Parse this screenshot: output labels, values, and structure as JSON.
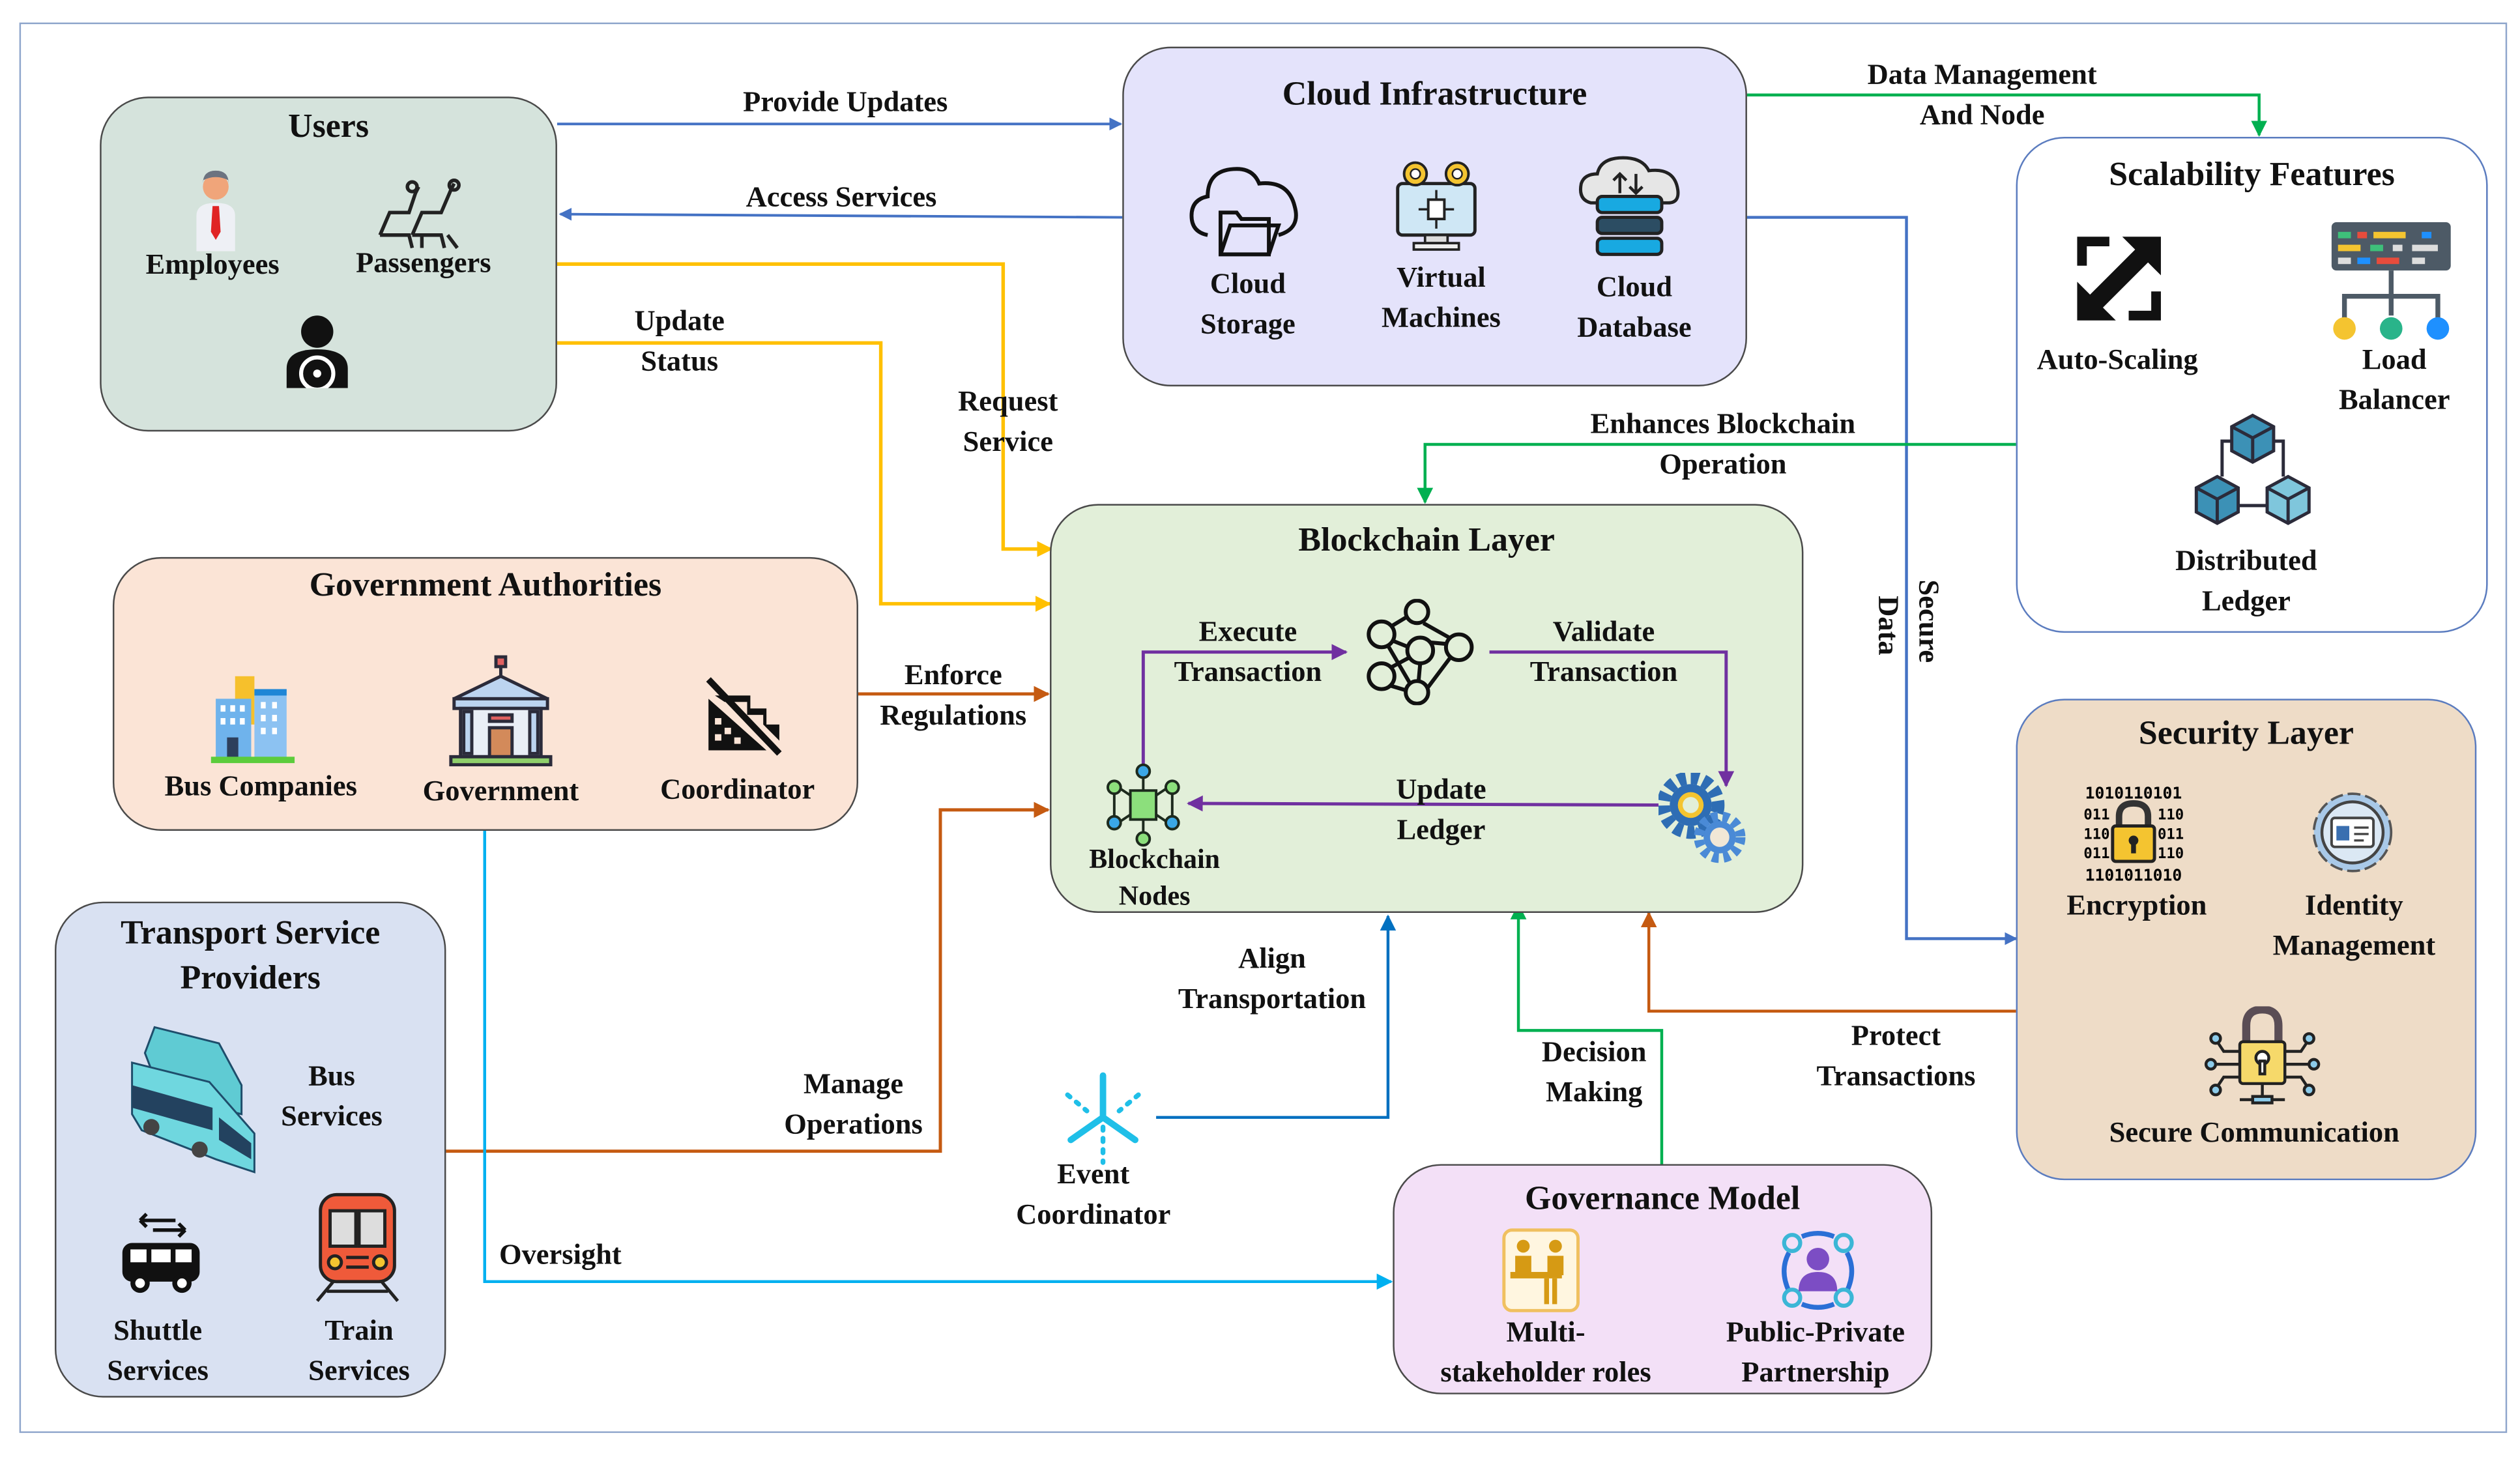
{
  "diagram": {
    "nodes": {
      "users": {
        "title": "Users",
        "items": [
          {
            "label": "Employees",
            "icon": "employee-icon"
          },
          {
            "label": "Passengers",
            "icon": "passengers-icon"
          },
          {
            "label": "",
            "icon": "driver-icon"
          }
        ]
      },
      "cloud": {
        "title": "Cloud Infrastructure",
        "items": [
          {
            "label_1": "Cloud",
            "label_2": "Storage",
            "icon": "cloud-storage-icon"
          },
          {
            "label_1": "Virtual",
            "label_2": "Machines",
            "icon": "virtual-machine-icon"
          },
          {
            "label_1": "Cloud",
            "label_2": "Database",
            "icon": "cloud-database-icon"
          }
        ]
      },
      "scalability": {
        "title": "Scalability Features",
        "items": [
          {
            "label": "Auto-Scaling",
            "icon": "auto-scaling-icon"
          },
          {
            "label_1": "Load",
            "label_2": "Balancer",
            "icon": "load-balancer-icon"
          },
          {
            "label_1": "Distributed",
            "label_2": "Ledger",
            "icon": "distributed-ledger-icon"
          }
        ]
      },
      "government": {
        "title": "Government Authorities",
        "items": [
          {
            "label": "Bus Companies",
            "icon": "bus-companies-icon"
          },
          {
            "label": "Government",
            "icon": "government-building-icon"
          },
          {
            "label": "Coordinator",
            "icon": "coordinator-icon"
          }
        ]
      },
      "blockchain": {
        "title": "Blockchain Layer",
        "items": [
          {
            "label_1": "Blockchain",
            "label_2": "Nodes",
            "icon": "blockchain-nodes-icon"
          },
          {
            "label": "",
            "icon": "network-icon"
          },
          {
            "label": "",
            "icon": "gears-icon"
          }
        ],
        "flows": [
          {
            "label_1": "Execute",
            "label_2": "Transaction"
          },
          {
            "label_1": "Validate",
            "label_2": "Transaction"
          },
          {
            "label_1": "Update",
            "label_2": "Ledger"
          }
        ]
      },
      "security": {
        "title": "Security Layer",
        "items": [
          {
            "label": "Encryption",
            "icon": "encryption-icon"
          },
          {
            "label_1": "Identity",
            "label_2": "Management",
            "icon": "identity-management-icon"
          },
          {
            "label": "Secure Communication",
            "icon": "secure-communication-icon"
          }
        ]
      },
      "transport": {
        "title_1": "Transport Service",
        "title_2": "Providers",
        "items": [
          {
            "label_1": "Bus",
            "label_2": "Services",
            "icon": "bus-icon"
          },
          {
            "label_1": "Shuttle",
            "label_2": "Services",
            "icon": "shuttle-icon"
          },
          {
            "label_1": "Train",
            "label_2": "Services",
            "icon": "train-icon"
          }
        ]
      },
      "event": {
        "label_1": "Event",
        "label_2": "Coordinator",
        "icon": "event-coordinator-icon"
      },
      "governance": {
        "title": "Governance Model",
        "items": [
          {
            "label_1": "Multi-",
            "label_2": "stakeholder roles",
            "icon": "multi-stakeholder-icon"
          },
          {
            "label_1": "Public-Private",
            "label_2": "Partnership",
            "icon": "public-private-partnership-icon"
          }
        ]
      }
    },
    "edges": [
      {
        "id": "provide-updates",
        "from": "users",
        "to": "cloud",
        "label_1": "Provide Updates",
        "color": "#4472c4"
      },
      {
        "id": "access-services",
        "from": "cloud",
        "to": "users",
        "label_1": "Access Services",
        "color": "#4472c4"
      },
      {
        "id": "request-service",
        "from": "users",
        "to": "blockchain",
        "label_1": "Request",
        "label_2": "Service",
        "color": "#ffc000"
      },
      {
        "id": "update-status",
        "from": "users",
        "to": "blockchain",
        "label_1": "Update",
        "label_2": "Status",
        "color": "#ffc000"
      },
      {
        "id": "data-management",
        "from": "cloud",
        "to": "scalability",
        "label_1": "Data Management",
        "label_2": "And Node",
        "color": "#00b050"
      },
      {
        "id": "secure-data",
        "from": "cloud",
        "to": "security",
        "label_1": "Secure",
        "label_2": "Data",
        "color": "#4472c4"
      },
      {
        "id": "enhances-blockchain",
        "from": "scalability",
        "to": "blockchain",
        "label_1": "Enhances Blockchain",
        "label_2": "Operation",
        "color": "#00b050"
      },
      {
        "id": "enforce-regulations",
        "from": "government",
        "to": "blockchain",
        "label_1": "Enforce",
        "label_2": "Regulations",
        "color": "#c55a11"
      },
      {
        "id": "manage-operations",
        "from": "transport",
        "to": "blockchain",
        "label_1": "Manage",
        "label_2": "Operations",
        "color": "#c55a11"
      },
      {
        "id": "oversight",
        "from": "government",
        "to": "governance",
        "label_1": "Oversight",
        "color": "#00b0f0"
      },
      {
        "id": "align-transportation",
        "from": "event",
        "to": "blockchain",
        "label_1": "Align",
        "label_2": "Transportation",
        "color": "#0070c0"
      },
      {
        "id": "decision-making",
        "from": "governance",
        "to": "blockchain",
        "label_1": "Decision",
        "label_2": "Making",
        "color": "#00b050"
      },
      {
        "id": "protect-transactions",
        "from": "security",
        "to": "blockchain",
        "label_1": "Protect",
        "label_2": "Transactions",
        "color": "#c55a11"
      }
    ],
    "colors": {
      "users_fill": "#d5e3dc",
      "cloud_fill": "#e4e3fb",
      "scalability_fill": "#ffffff",
      "government_fill": "#fbe4d6",
      "blockchain_fill": "#e2efd9",
      "security_fill": "#eedcc7",
      "transport_fill": "#d9e1f2",
      "governance_fill": "#f3e0f7",
      "flow_purple": "#7030a0"
    }
  }
}
